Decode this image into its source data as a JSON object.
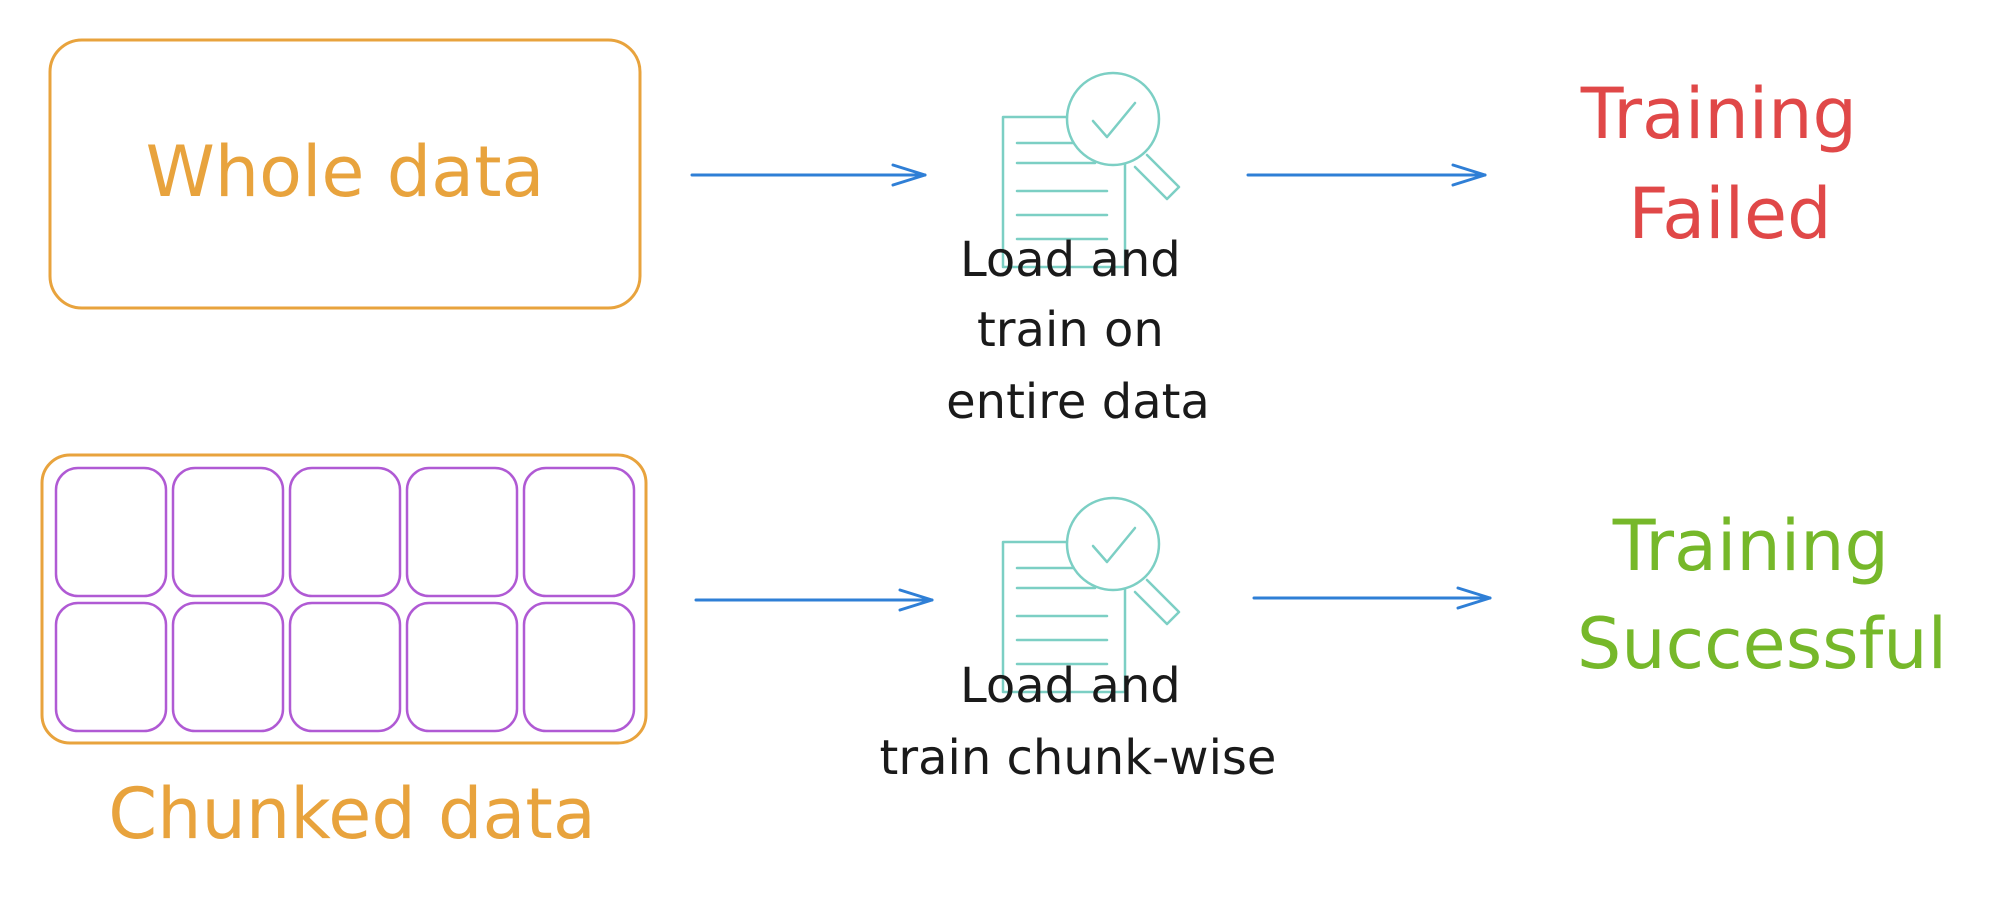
{
  "colors": {
    "orange": "#e8a33d",
    "purple": "#b05ad4",
    "blue": "#2f7fd6",
    "teal": "#7ccfc4",
    "red": "#e04848",
    "green": "#76b82a",
    "ink": "#1a1a1a"
  },
  "rows": [
    {
      "input": {
        "label": "Whole data",
        "chunked": false
      },
      "process": {
        "icon": "document-check-magnifier-icon",
        "lines": [
          "Load and",
          "train on",
          "entire data"
        ]
      },
      "result": {
        "lines": [
          "Training",
          "Failed"
        ],
        "status": "failed"
      }
    },
    {
      "input": {
        "label": "Chunked data",
        "chunked": true,
        "chunk_grid": {
          "rows": 2,
          "cols": 5
        }
      },
      "process": {
        "icon": "document-check-magnifier-icon",
        "lines": [
          "Load and",
          "train chunk-wise"
        ]
      },
      "result": {
        "lines": [
          "Training",
          "Successful"
        ],
        "status": "successful"
      }
    }
  ]
}
